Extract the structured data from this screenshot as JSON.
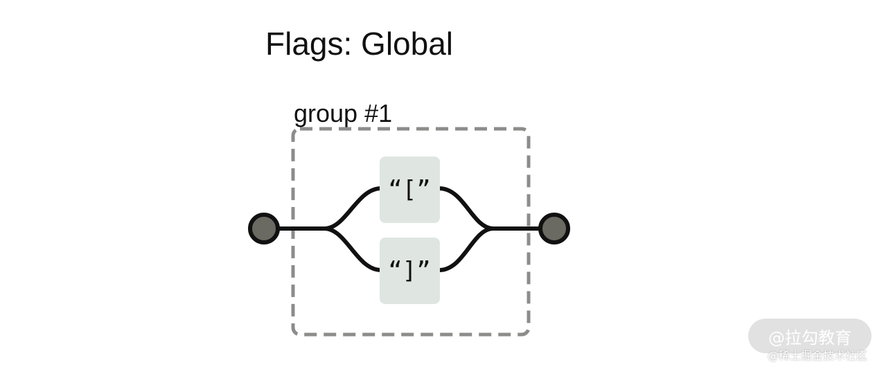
{
  "diagram": {
    "title": "Flags: Global",
    "group_label": "group #1",
    "alternatives": [
      {
        "literal": "“[”"
      },
      {
        "literal": "“]”"
      }
    ],
    "colors": {
      "terminal_fill": "#6b6a62",
      "line": "#111111",
      "group_border": "#8c8c8a",
      "literal_box": "#dfe6e2"
    }
  },
  "watermark": {
    "badge": "@拉勾教育",
    "sub": "@稀土掘金技术社区"
  }
}
